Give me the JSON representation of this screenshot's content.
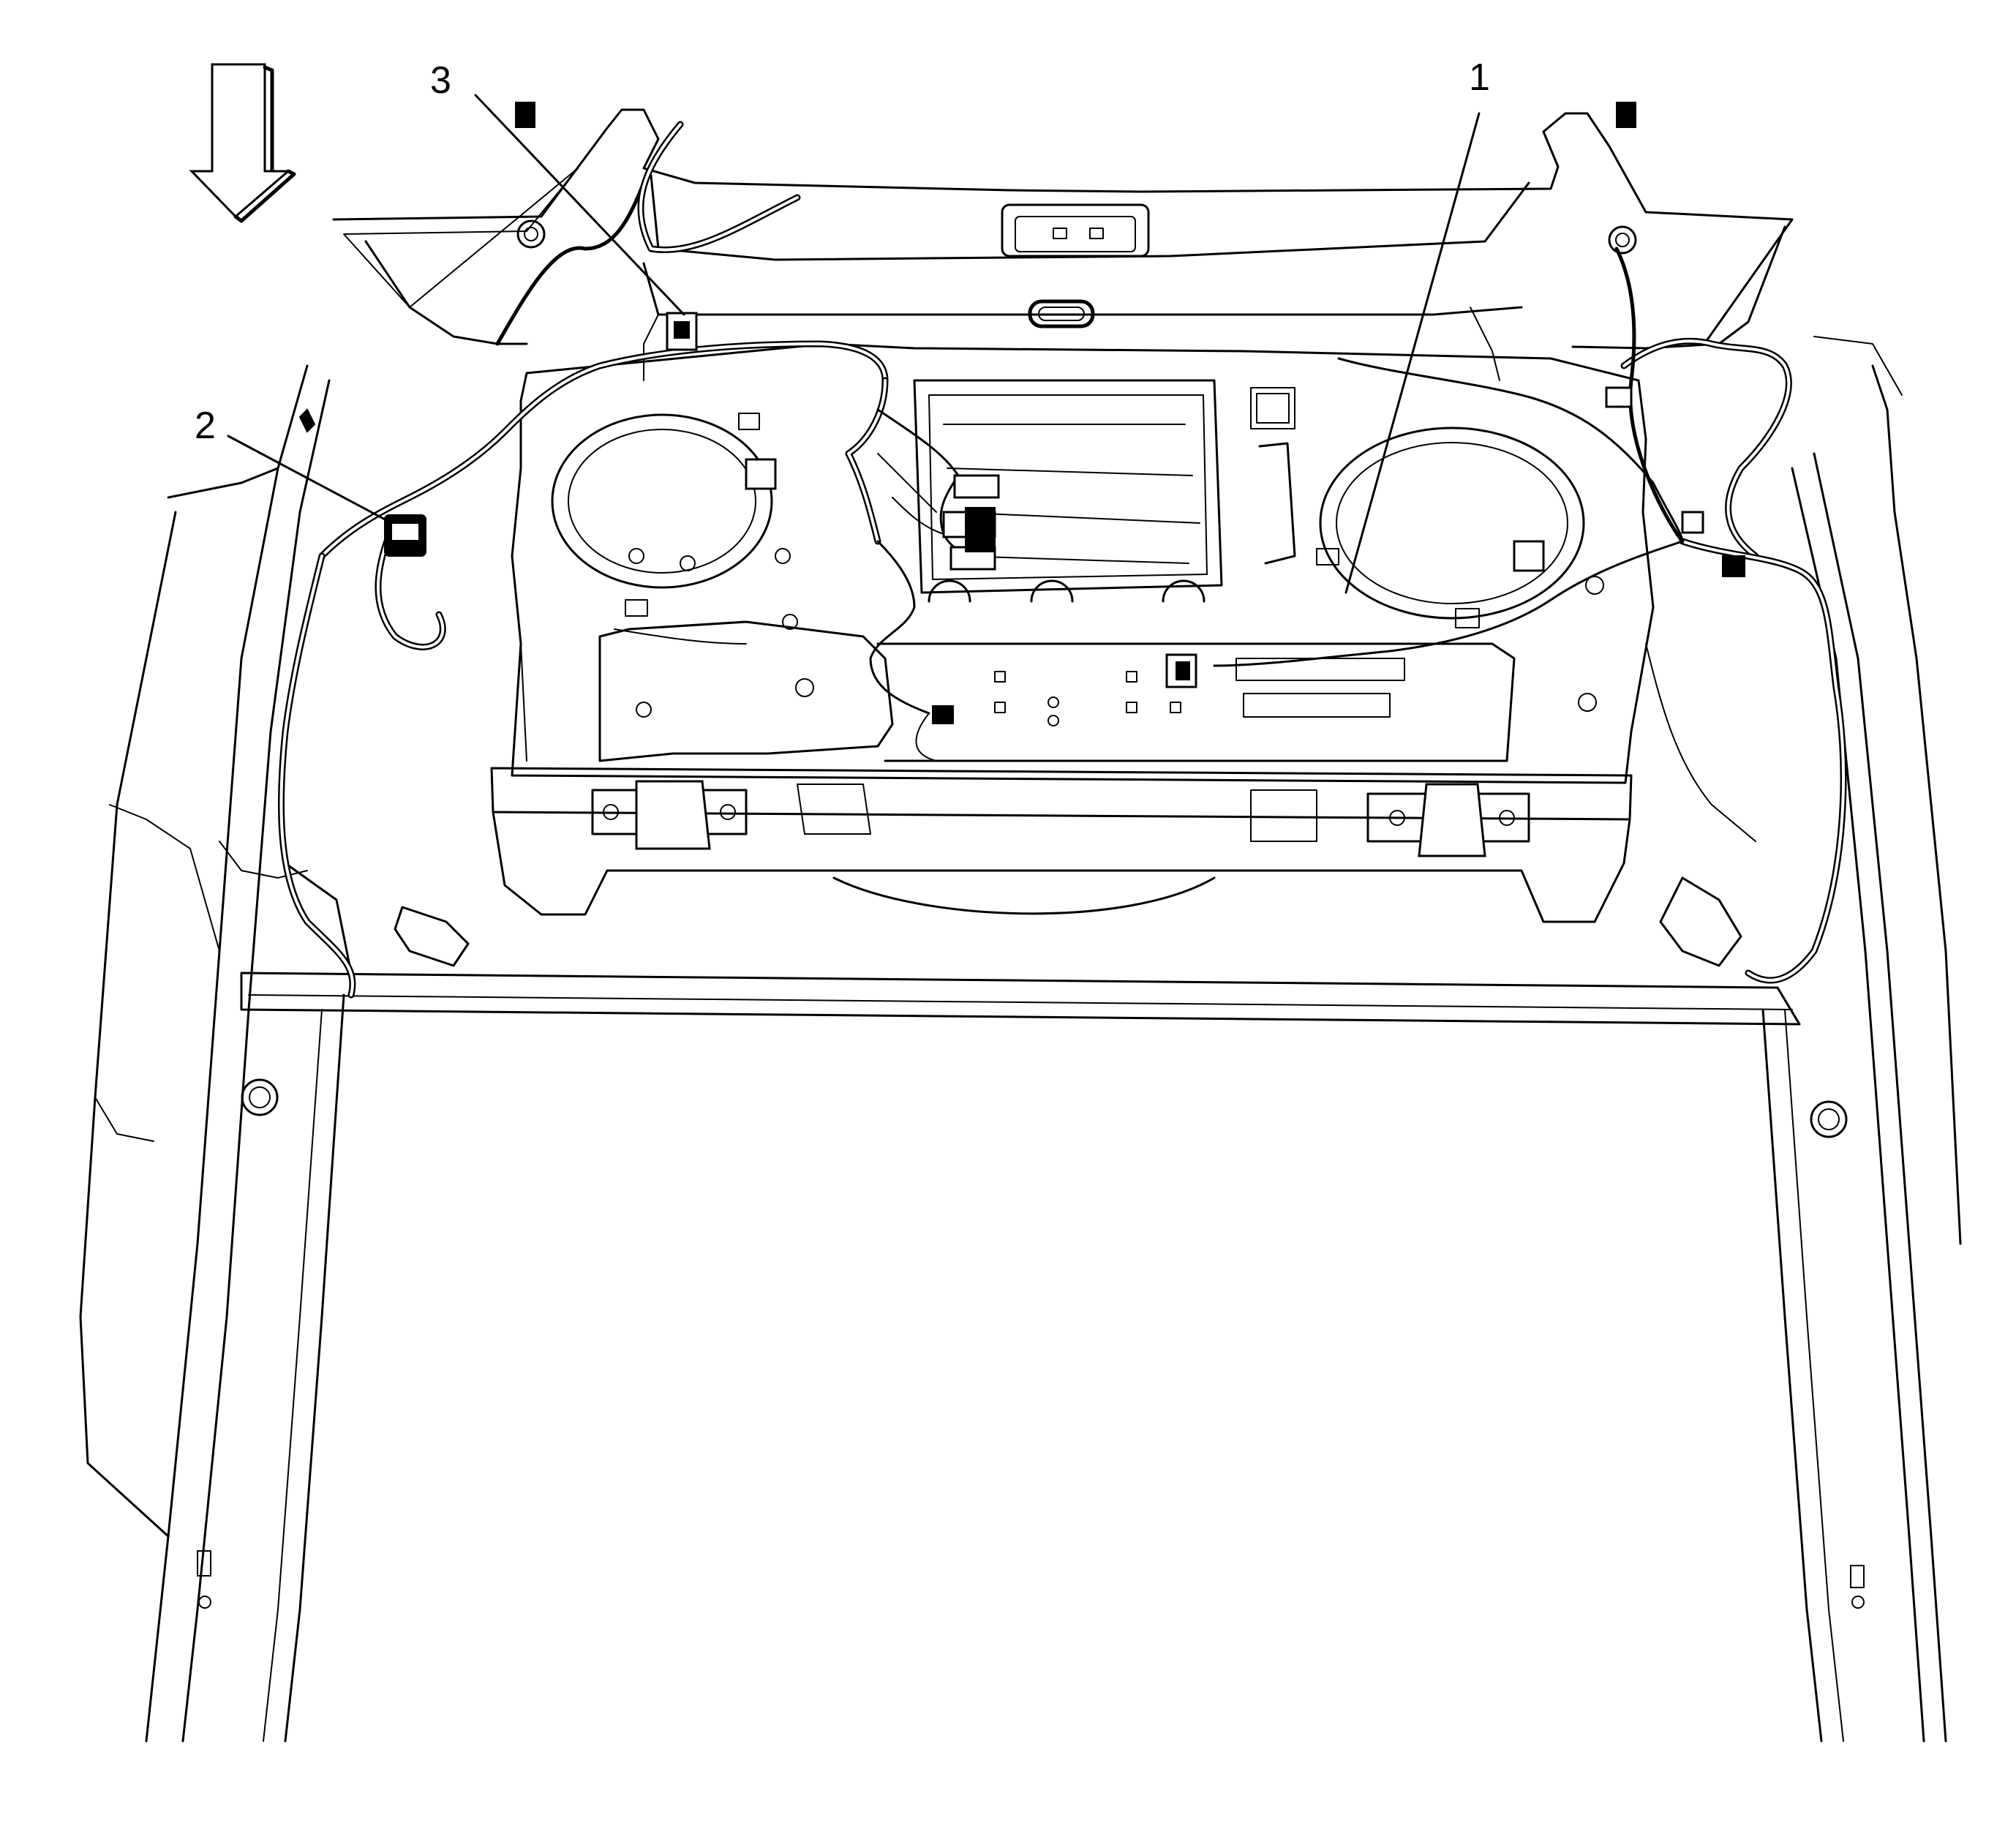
{
  "callouts": [
    {
      "id": "1",
      "label": "1"
    },
    {
      "id": "2",
      "label": "2"
    },
    {
      "id": "3",
      "label": "3"
    }
  ],
  "view_arrow": {
    "icon": "down-arrow-icon",
    "direction": "down"
  }
}
